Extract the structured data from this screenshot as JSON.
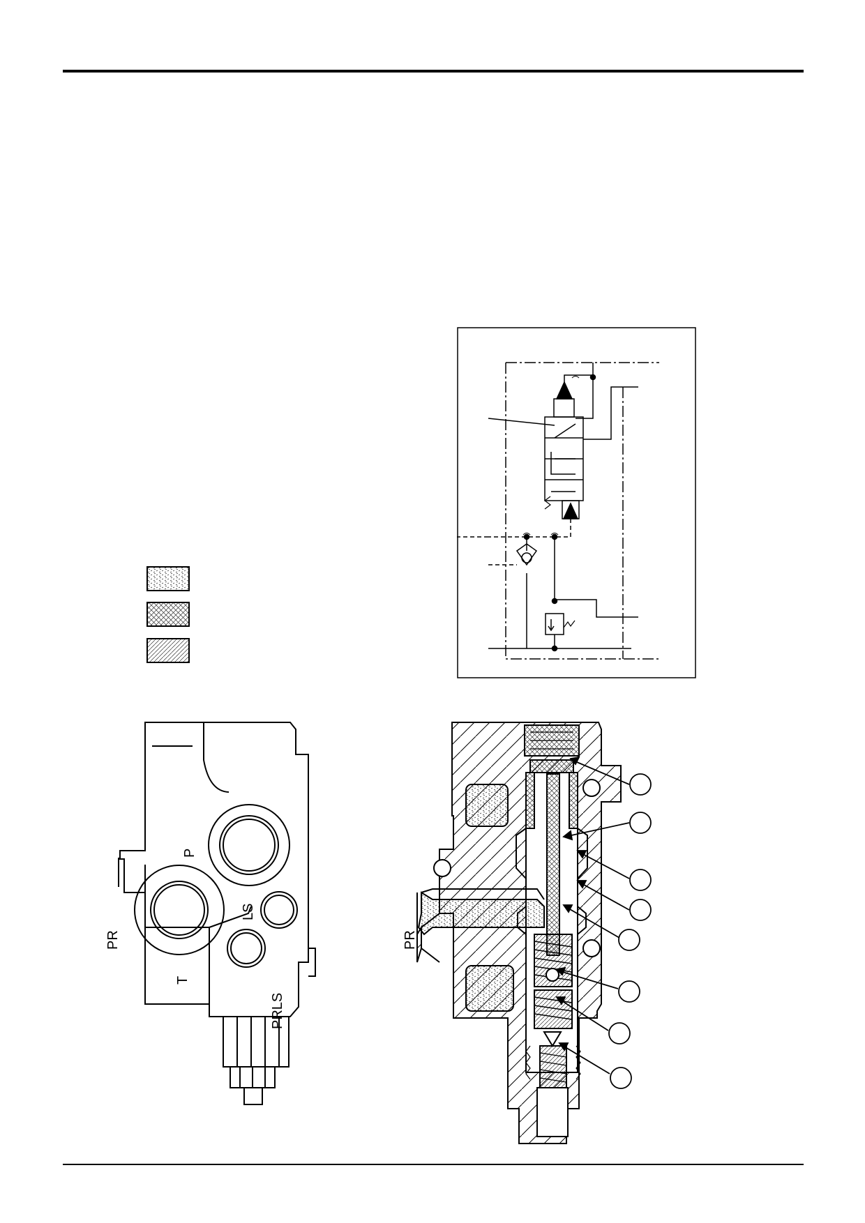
{
  "figure_left": {
    "port_labels": {
      "p": "P",
      "ls": "LS",
      "pr": "PR",
      "t": "T",
      "prls": "PRLS"
    }
  },
  "figure_right": {
    "port_labels": {
      "pr": "PR"
    },
    "callouts": [
      "",
      "",
      "",
      "",
      "",
      "",
      "",
      ""
    ]
  },
  "legend": {
    "swatches": [
      "fine-dot-pattern",
      "cross-hatch-pattern",
      "diagonal-hatch-pattern"
    ]
  },
  "colors": {
    "ink": "#000000",
    "paper": "#ffffff"
  }
}
